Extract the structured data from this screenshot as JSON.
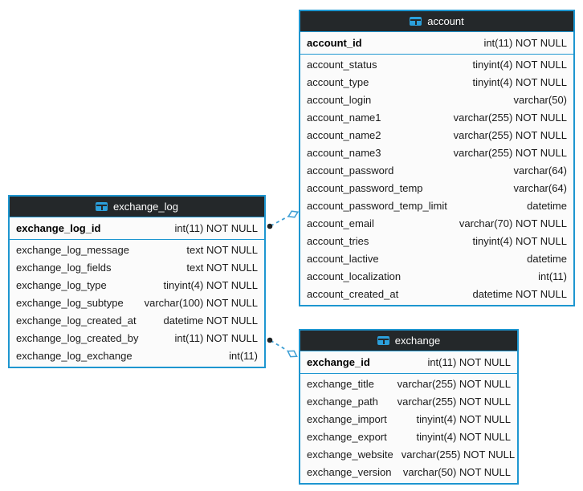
{
  "tables": [
    {
      "title": "account",
      "icon": "table-icon",
      "primary_key": {
        "name": "account_id",
        "type": "int(11) NOT NULL"
      },
      "columns": [
        {
          "name": "account_status",
          "type": "tinyint(4) NOT NULL"
        },
        {
          "name": "account_type",
          "type": "tinyint(4) NOT NULL"
        },
        {
          "name": "account_login",
          "type": "varchar(50)"
        },
        {
          "name": "account_name1",
          "type": "varchar(255) NOT NULL"
        },
        {
          "name": "account_name2",
          "type": "varchar(255) NOT NULL"
        },
        {
          "name": "account_name3",
          "type": "varchar(255) NOT NULL"
        },
        {
          "name": "account_password",
          "type": "varchar(64)"
        },
        {
          "name": "account_password_temp",
          "type": "varchar(64)"
        },
        {
          "name": "account_password_temp_limit",
          "type": "datetime"
        },
        {
          "name": "account_email",
          "type": "varchar(70) NOT NULL"
        },
        {
          "name": "account_tries",
          "type": "tinyint(4) NOT NULL"
        },
        {
          "name": "account_lactive",
          "type": "datetime"
        },
        {
          "name": "account_localization",
          "type": "int(11)"
        },
        {
          "name": "account_created_at",
          "type": "datetime NOT NULL"
        }
      ]
    },
    {
      "title": "exchange_log",
      "icon": "table-icon",
      "primary_key": {
        "name": "exchange_log_id",
        "type": "int(11) NOT NULL"
      },
      "columns": [
        {
          "name": "exchange_log_message",
          "type": "text NOT NULL"
        },
        {
          "name": "exchange_log_fields",
          "type": "text NOT NULL"
        },
        {
          "name": "exchange_log_type",
          "type": "tinyint(4) NOT NULL"
        },
        {
          "name": "exchange_log_subtype",
          "type": "varchar(100) NOT NULL"
        },
        {
          "name": "exchange_log_created_at",
          "type": "datetime NOT NULL"
        },
        {
          "name": "exchange_log_created_by",
          "type": "int(11) NOT NULL"
        },
        {
          "name": "exchange_log_exchange",
          "type": "int(11)"
        }
      ]
    },
    {
      "title": "exchange",
      "icon": "table-icon",
      "primary_key": {
        "name": "exchange_id",
        "type": "int(11) NOT NULL"
      },
      "columns": [
        {
          "name": "exchange_title",
          "type": "varchar(255) NOT NULL"
        },
        {
          "name": "exchange_path",
          "type": "varchar(255) NOT NULL"
        },
        {
          "name": "exchange_import",
          "type": "tinyint(4) NOT NULL"
        },
        {
          "name": "exchange_export",
          "type": "tinyint(4) NOT NULL"
        },
        {
          "name": "exchange_website",
          "type": "varchar(255) NOT NULL"
        },
        {
          "name": "exchange_version",
          "type": "varchar(50) NOT NULL"
        }
      ]
    }
  ],
  "relationships": [
    {
      "from_table": "exchange_log",
      "to_table": "account",
      "line_style": "dashed",
      "from_marker": "dot",
      "to_marker": "open-diamond"
    },
    {
      "from_table": "exchange_log",
      "to_table": "exchange",
      "line_style": "dashed",
      "from_marker": "dot",
      "to_marker": "open-diamond"
    }
  ],
  "colors": {
    "table_border": "#1e96d0",
    "header_background": "#24282a",
    "header_text": "#ffffff",
    "body_background": "#fbfbfb",
    "column_text": "#1a1a1a",
    "icon_blue": "#2ba0dc",
    "connector_line": "#3f9fd4",
    "connector_dot": "#1d2123"
  }
}
